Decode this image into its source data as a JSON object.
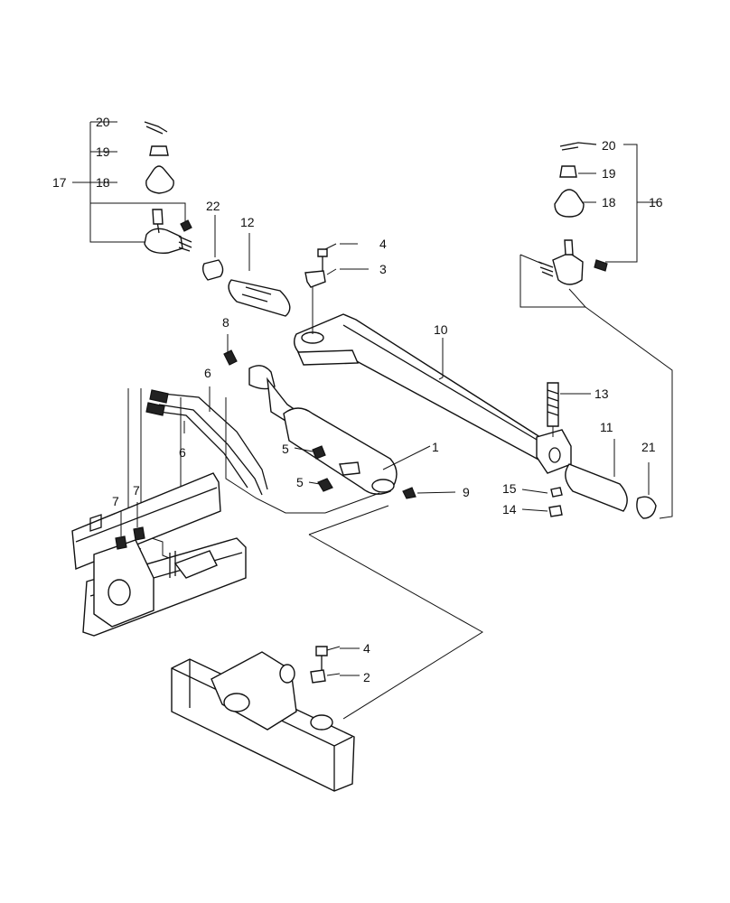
{
  "diagram": {
    "callouts": {
      "c1": "1",
      "c2": "2",
      "c3": "3",
      "c4a": "4",
      "c4b": "4",
      "c5a": "5",
      "c5b": "5",
      "c6a": "6",
      "c6b": "6",
      "c7a": "7",
      "c7b": "7",
      "c8": "8",
      "c9": "9",
      "c10": "10",
      "c11": "11",
      "c12": "12",
      "c13": "13",
      "c14": "14",
      "c15": "15",
      "c16": "16",
      "c17": "17",
      "c18a": "18",
      "c18b": "18",
      "c19a": "19",
      "c19b": "19",
      "c20a": "20",
      "c20b": "20",
      "c21": "21",
      "c22": "22"
    }
  }
}
